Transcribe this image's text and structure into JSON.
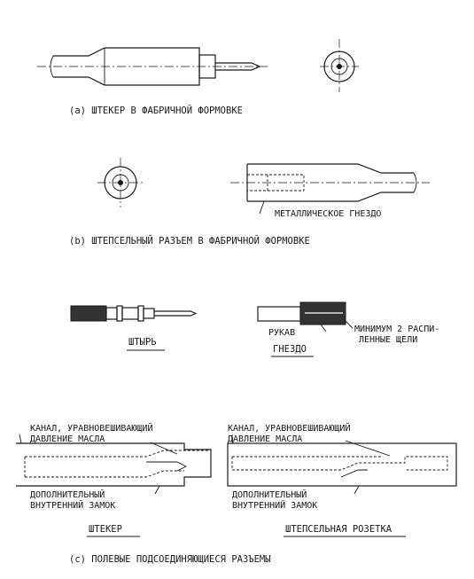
{
  "captions": {
    "a": "(a)  ШТЕКЕР В ФАБРИЧНОЙ ФОРМОВКЕ",
    "b": "(b)  ШТЕПСЕЛЬНЫЙ РАЗЪЕМ В ФАБРИЧНОЙ ФОРМОВКЕ",
    "c": "(c)  ПОЛЕВЫЕ ПОДСОЕДИНЯЮЩИЕСЯ РАЗЪЕМЫ"
  },
  "labels": {
    "metal_socket": "МЕТАЛЛИЧЕСКОЕ ГНЕЗДО",
    "pin": "ШТЫРЬ",
    "socket": "ГНЕЗДО",
    "sleeve": "РУКАВ",
    "slits_line1": "МИНИМУМ 2 РАСПИ-",
    "slits_line2": "ЛЕННЫЕ ЩЕЛИ",
    "oil_channel_line1": "КАНАЛ, УРАВНОВЕШИВАЮЩИЙ",
    "oil_channel_line2": "ДАВЛЕНИЕ МАСЛА",
    "extra_lock_line1": "ДОПОЛНИТЕЛЬНЫЙ",
    "extra_lock_line2": "ВНУТРЕННИЙ ЗАМОК",
    "plug": "ШТЕКЕР",
    "receptacle": "ШТЕПСЕЛЬНАЯ РОЗЕТКА"
  }
}
